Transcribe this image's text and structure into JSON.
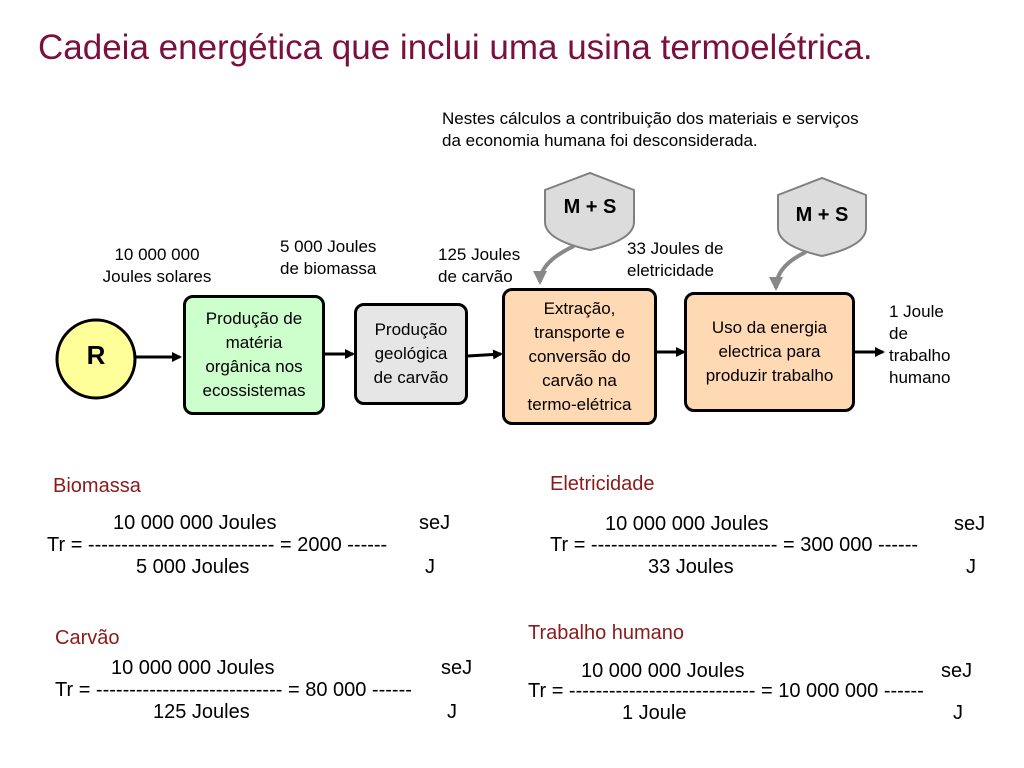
{
  "title": "Cadeia energética que inclui uma usina termoelétrica.",
  "note": "Nestes cálculos  a contribuição dos materiais e serviços da economia humana foi desconsiderada.",
  "colors": {
    "title": "#7a1040",
    "heading": "#8b1a1a",
    "source": "#ffff99",
    "green_box": "#ccffcc",
    "gray_box": "#e6e6e6",
    "orange_box": "#ffd9b3",
    "shield": "#dcdcdc"
  },
  "diagram": {
    "source": "R",
    "shields": [
      "M + S",
      "M + S"
    ],
    "flow_labels": {
      "solar": [
        "10 000 000",
        "Joules solares"
      ],
      "biomass": [
        "5 000 Joules",
        "de biomassa"
      ],
      "coal": [
        "125 Joules",
        "de carvão"
      ],
      "electricity": [
        "33 Joules de",
        "eletricidade"
      ],
      "work": [
        "1 Joule",
        "de",
        "trabalho",
        "humano"
      ]
    },
    "boxes": [
      [
        "Produção de",
        "matéria",
        "orgânica nos",
        "ecossistemas"
      ],
      [
        "Produção",
        "geológica",
        "de carvão"
      ],
      [
        "Extração,",
        "transporte e",
        "conversão do",
        "carvão na",
        "termo-elétrica"
      ],
      [
        "Uso da energia",
        "electrica para",
        "produzir trabalho"
      ]
    ]
  },
  "calculations": {
    "biomassa": {
      "heading": "Biomassa",
      "numerator": "10 000 000 Joules",
      "unit_top": "seJ",
      "line": "Tr = ---------------------------- = 2000 ------",
      "denominator": "5 000 Joules",
      "unit_bottom": "J"
    },
    "eletricidade": {
      "heading": "Eletricidade",
      "numerator": "10 000 000 Joules",
      "unit_top": "seJ",
      "line": "Tr = ---------------------------- = 300 000 ------",
      "denominator": "33 Joules",
      "unit_bottom": "J"
    },
    "carvao": {
      "heading": "Carvão",
      "numerator": "10 000 000 Joules",
      "unit_top": "seJ",
      "line": "Tr = ---------------------------- = 80 000 ------",
      "denominator": "125 Joules",
      "unit_bottom": "J"
    },
    "trabalho": {
      "heading": "Trabalho humano",
      "numerator": "10 000 000 Joules",
      "unit_top": "seJ",
      "line": "Tr = ---------------------------- = 10 000 000 ------",
      "denominator": "1 Joule",
      "unit_bottom": "J"
    }
  }
}
